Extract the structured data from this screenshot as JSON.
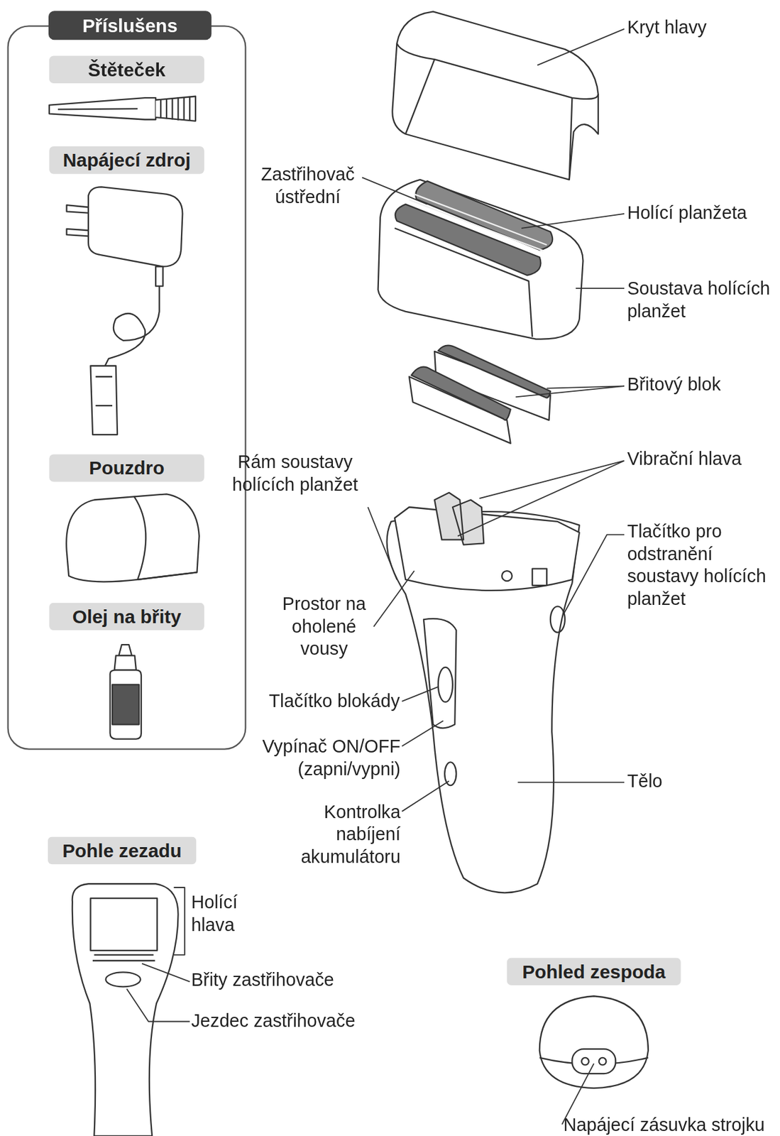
{
  "diagram": {
    "nodes": [
      {
        "text": [
          "Příslušens"
        ]
      },
      {
        "text": [
          "Štěteček"
        ],
        "in": 0
      },
      {
        "text": [
          "Napájecí zdroj"
        ],
        "in": 0
      },
      {
        "text": [
          "Pouzdro"
        ],
        "in": 0
      },
      {
        "text": [
          "Olej na břity"
        ],
        "in": 0
      },
      {
        "text": [
          "Pohle zezadu"
        ]
      },
      {
        "text": [
          "Pohled zespoda"
        ]
      }
    ],
    "labels": [
      "Kryt hlavy",
      "Zastřihovač ústřední",
      "Holící planžeta",
      "Soustava holících planžet",
      "Břitový blok",
      "Rám soustavy holících planžet",
      "Vibrační hlava",
      "Tlačítko pro odstranění soustavy holících planžet",
      "Prostor na oholené vousy",
      "Tlačítko blokády",
      "Vypínač ON/OFF (zapni/vypni)",
      "Tělo",
      "Kontrolka nabíjení akumulátoru",
      "Holící hlava",
      "Břity zastřihovače",
      "Jezdec zastřihovače",
      "Napájecí zásuvka strojku"
    ]
  }
}
